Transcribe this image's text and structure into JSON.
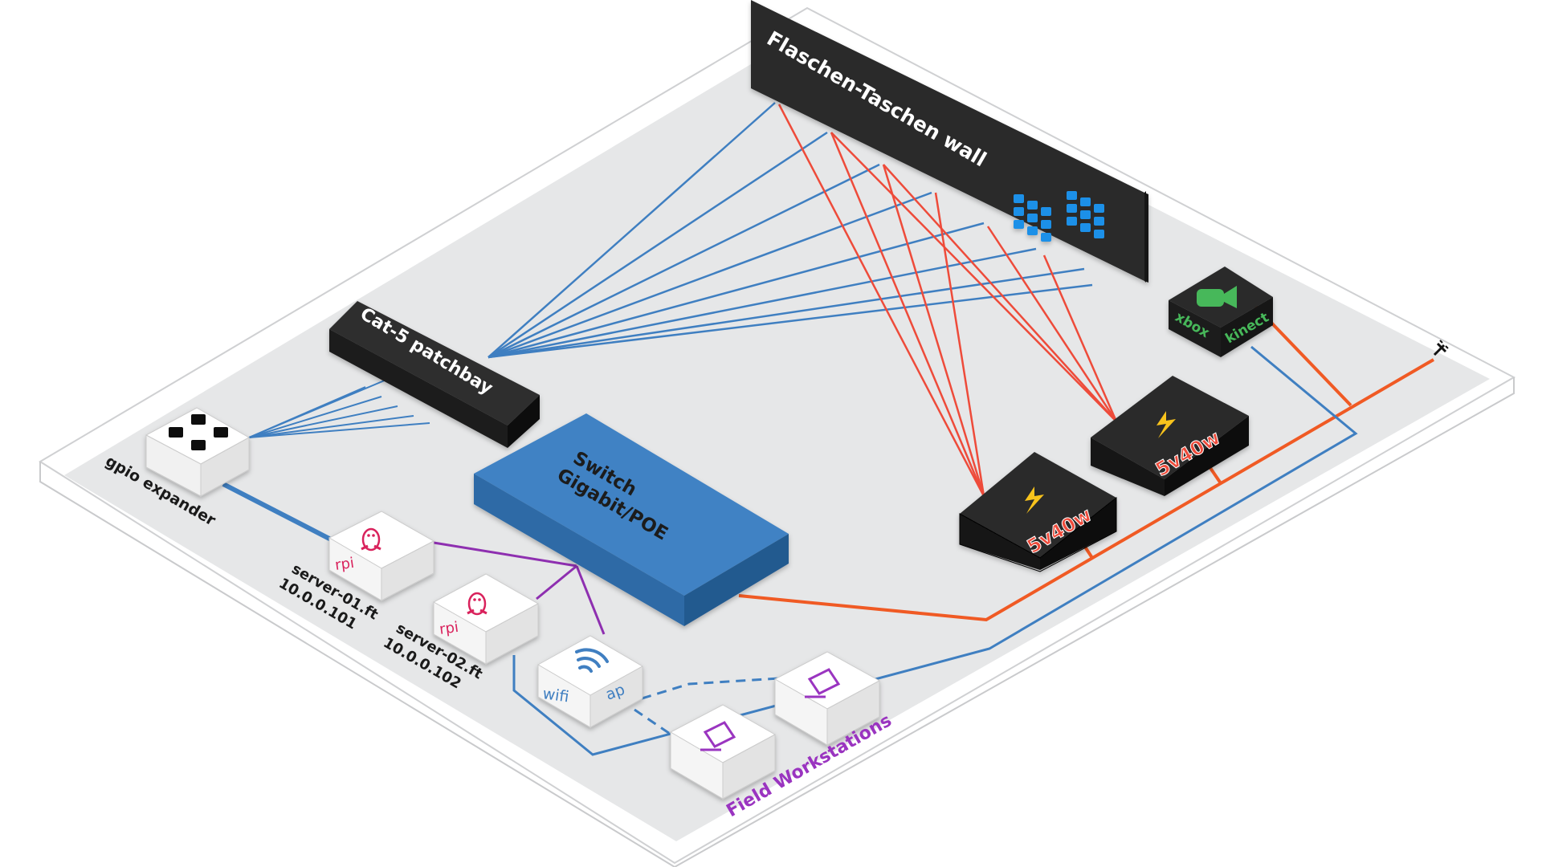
{
  "nodes": {
    "wall": {
      "label": "Flaschen-Taschen wall"
    },
    "patchbay": {
      "label": "Cat-5 patchbay"
    },
    "switch": {
      "line1": "Switch",
      "line2": "Gigabit/POE"
    },
    "gpio": {
      "label": "gpio expander"
    },
    "server1": {
      "badge": "rpi",
      "name": "server-01.ft",
      "ip": "10.0.0.101"
    },
    "server2": {
      "badge": "rpi",
      "name": "server-02.ft",
      "ip": "10.0.0.102"
    },
    "wifi": {
      "left": "wifi",
      "right": "ap"
    },
    "psu1": {
      "label": "5v40w"
    },
    "psu2": {
      "label": "5v40w"
    },
    "kinect": {
      "left": "xbox",
      "right": "kinect"
    },
    "workstations": {
      "label": "Field Workstations"
    }
  },
  "colors": {
    "platform_top": "#e6e7e8",
    "platform_border": "#ffffff",
    "ethernet": "#3f7fc1",
    "power": "#ee4b3a",
    "power_trunk": "#f05a24",
    "wifi_link": "#8e2fb0",
    "workstation": "#9a34c0",
    "switch_blue": "#3f82c4",
    "led_blue": "#1e90e8",
    "rpi_red": "#d9225c",
    "kinect_green": "#46b85a",
    "bolt_yellow": "#f8c31c"
  }
}
